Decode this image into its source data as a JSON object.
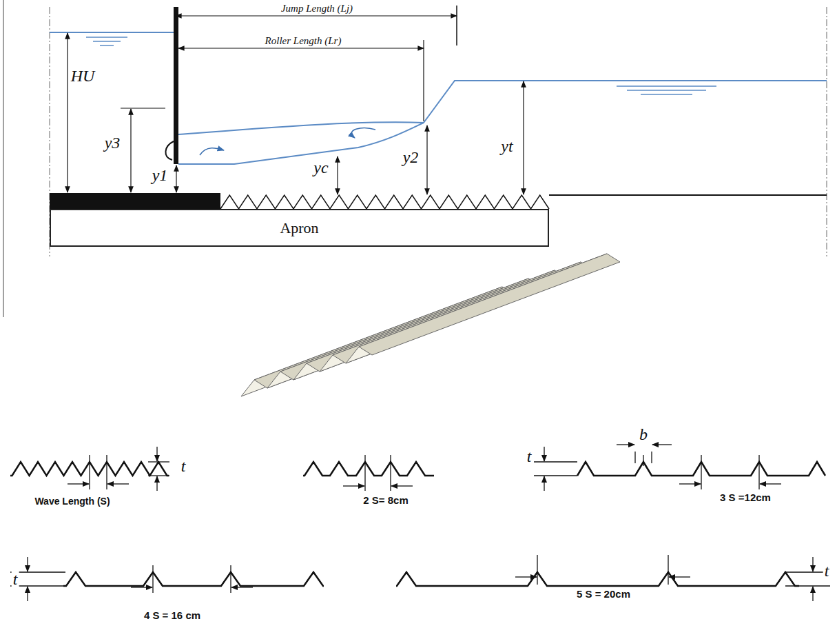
{
  "diagram": {
    "nodes": [
      {
        "text": [
          "Apron"
        ]
      }
    ],
    "labels": [
      "Jump Length (Lj)",
      "Roller Length (Lr)",
      "HU",
      "y3",
      "y1",
      "yc",
      "y2",
      "yt",
      "Wave Length (S)",
      "t",
      "2 S= 8cm",
      "b",
      "t",
      "3 S =12cm",
      "t",
      "4 S = 16 cm",
      "t",
      "5 S = 20cm"
    ]
  }
}
